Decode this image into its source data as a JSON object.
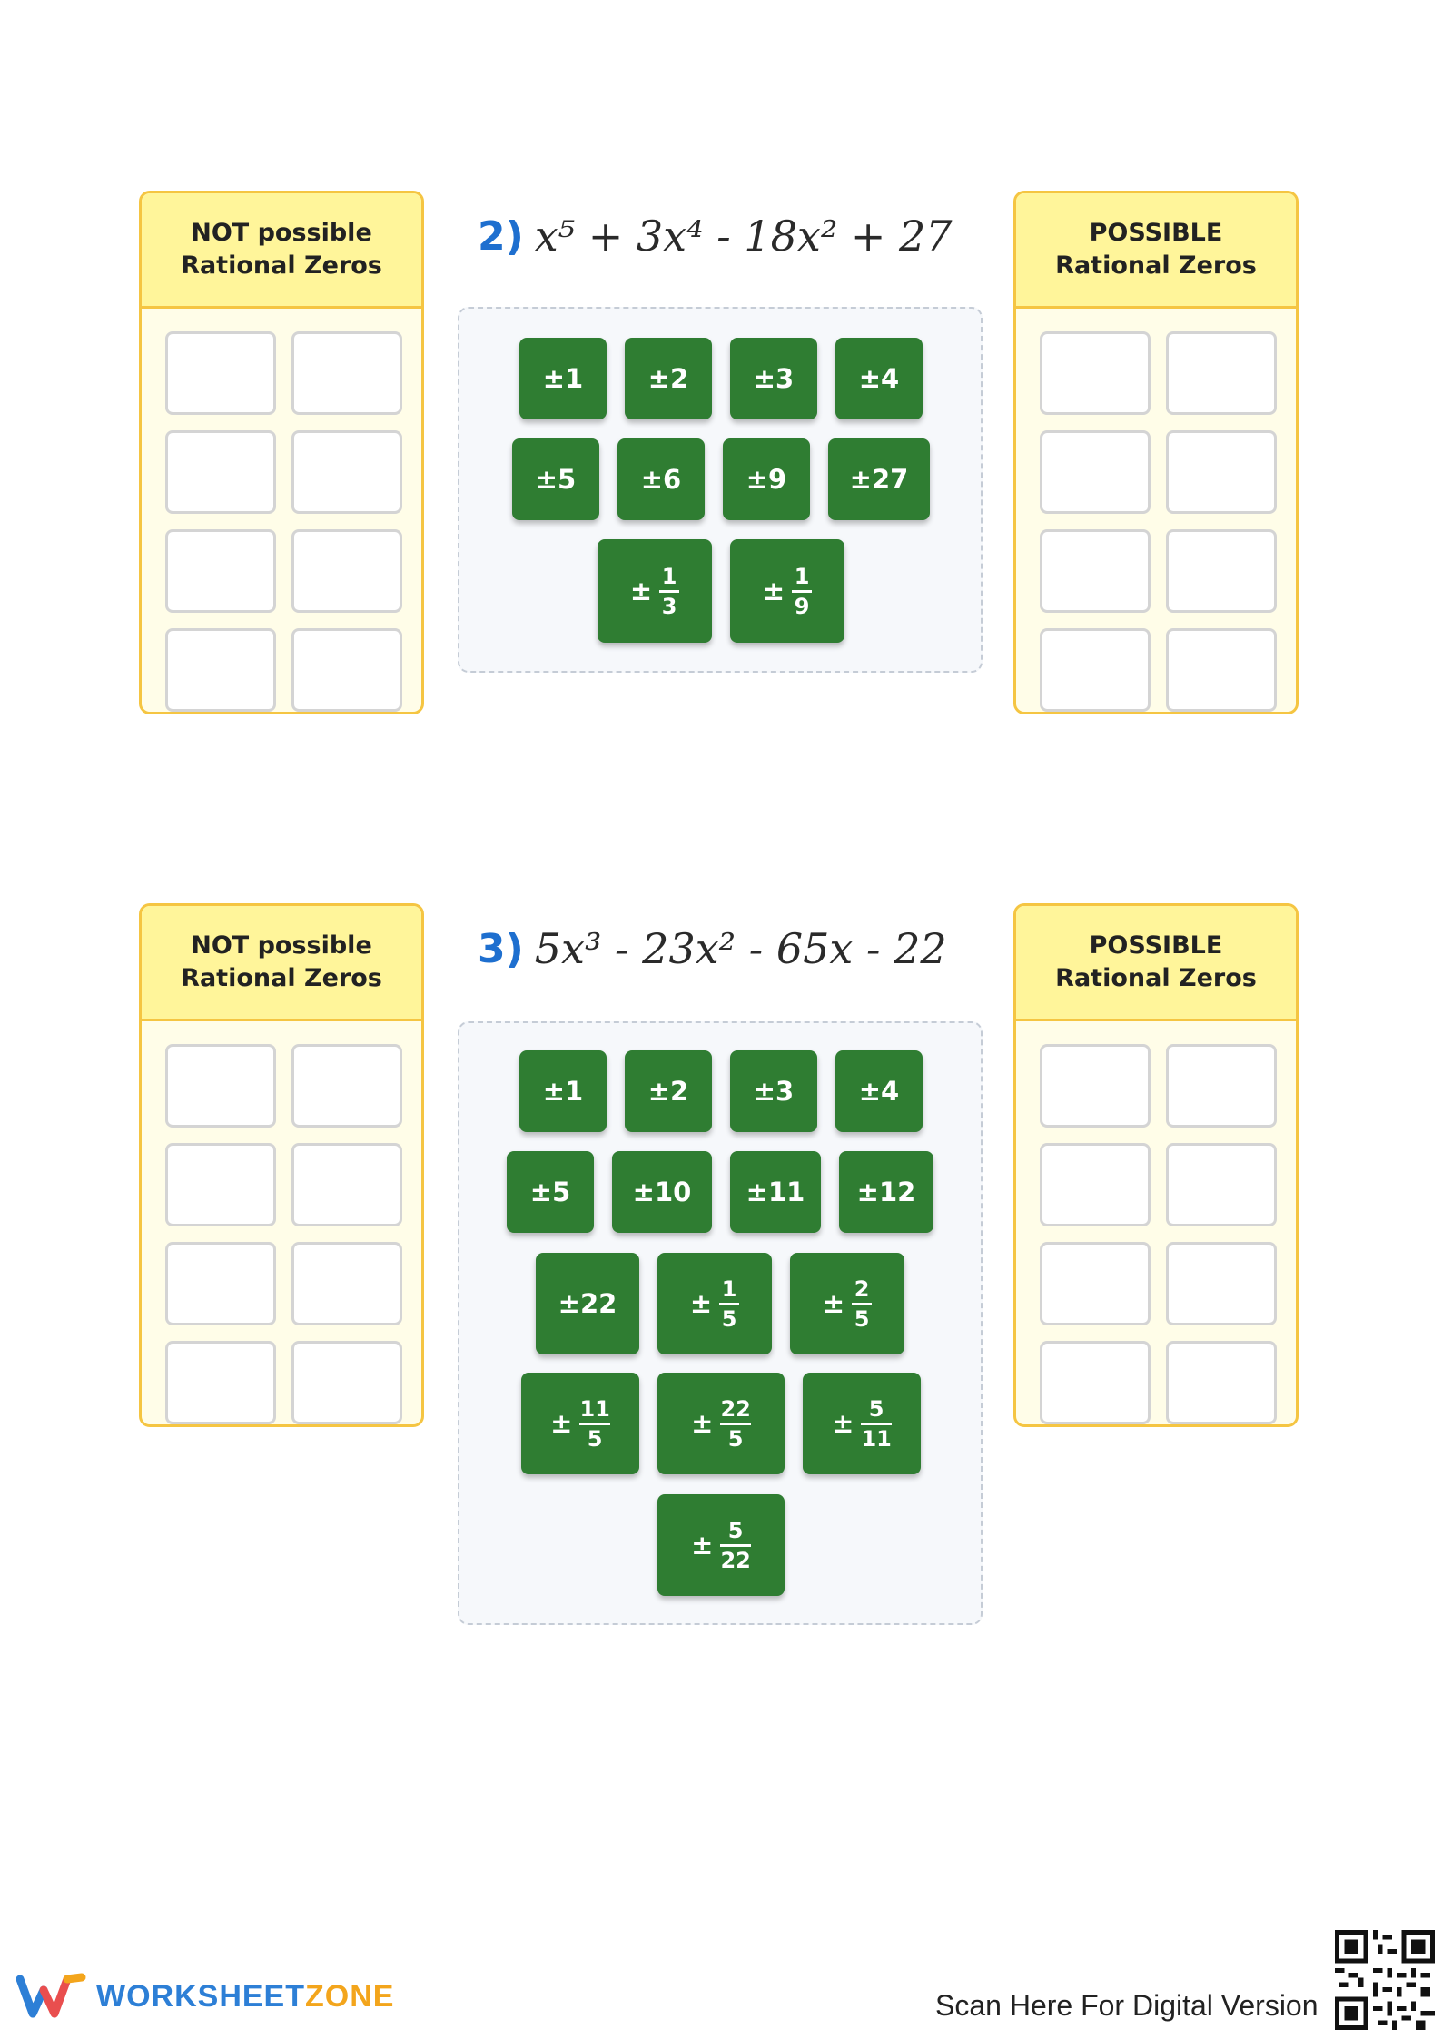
{
  "panels": {
    "not_possible": {
      "line1": "NOT possible",
      "line2": "Rational Zeros"
    },
    "possible": {
      "line1": "POSSIBLE",
      "line2": "Rational Zeros"
    }
  },
  "problems": [
    {
      "number": "2)",
      "equation": "x⁵ + 3x⁴ - 18x² + 27",
      "chips": [
        "±1",
        "±2",
        "±3",
        "±4",
        "±5",
        "±6",
        "±9",
        "±27"
      ],
      "fraction_chips": [
        {
          "sign": "±",
          "num": "1",
          "den": "3"
        },
        {
          "sign": "±",
          "num": "1",
          "den": "9"
        }
      ]
    },
    {
      "number": "3)",
      "equation": "5x³ - 23x² - 65x - 22",
      "chips": [
        "±1",
        "±2",
        "±3",
        "±4",
        "±5",
        "±10",
        "±11",
        "±12",
        "±22"
      ],
      "fraction_chips": [
        {
          "sign": "±",
          "num": "1",
          "den": "5"
        },
        {
          "sign": "±",
          "num": "2",
          "den": "5"
        },
        {
          "sign": "±",
          "num": "11",
          "den": "5"
        },
        {
          "sign": "±",
          "num": "22",
          "den": "5"
        },
        {
          "sign": "±",
          "num": "5",
          "den": "11"
        },
        {
          "sign": "±",
          "num": "5",
          "den": "22"
        }
      ]
    }
  ],
  "footer": {
    "brand_part1": "WORKSHEET",
    "brand_part2": "ZONE",
    "scan_text": "Scan Here For Digital Version",
    "qr_icon": "qr-code-icon",
    "logo_icon": "worksheetzone-logo-icon"
  },
  "colors": {
    "chip_green": "#2f7d32",
    "panel_border": "#f5c542",
    "panel_header": "#fff59a",
    "number_blue": "#1e6fcf"
  }
}
